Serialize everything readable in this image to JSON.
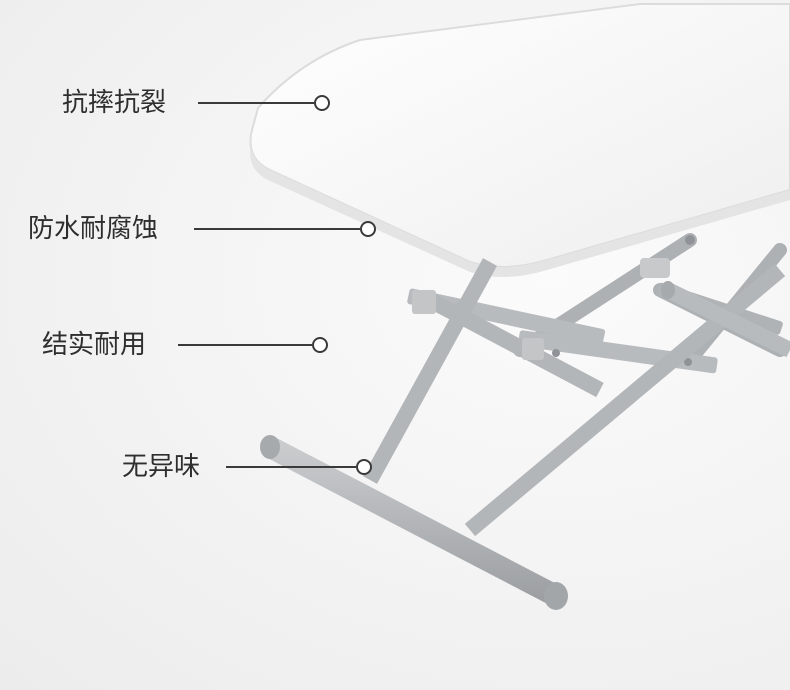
{
  "features": [
    {
      "label": "抗摔抗裂"
    },
    {
      "label": "防水耐腐蚀"
    },
    {
      "label": "结实耐用"
    },
    {
      "label": "无异味"
    }
  ],
  "colors": {
    "background": "#f2f2f2",
    "tabletop": "#f7f7f7",
    "frame": "#b3b6b9",
    "frame_dark": "#8f9397",
    "callout": "#3a3a3a",
    "text": "#2e2e2e"
  }
}
